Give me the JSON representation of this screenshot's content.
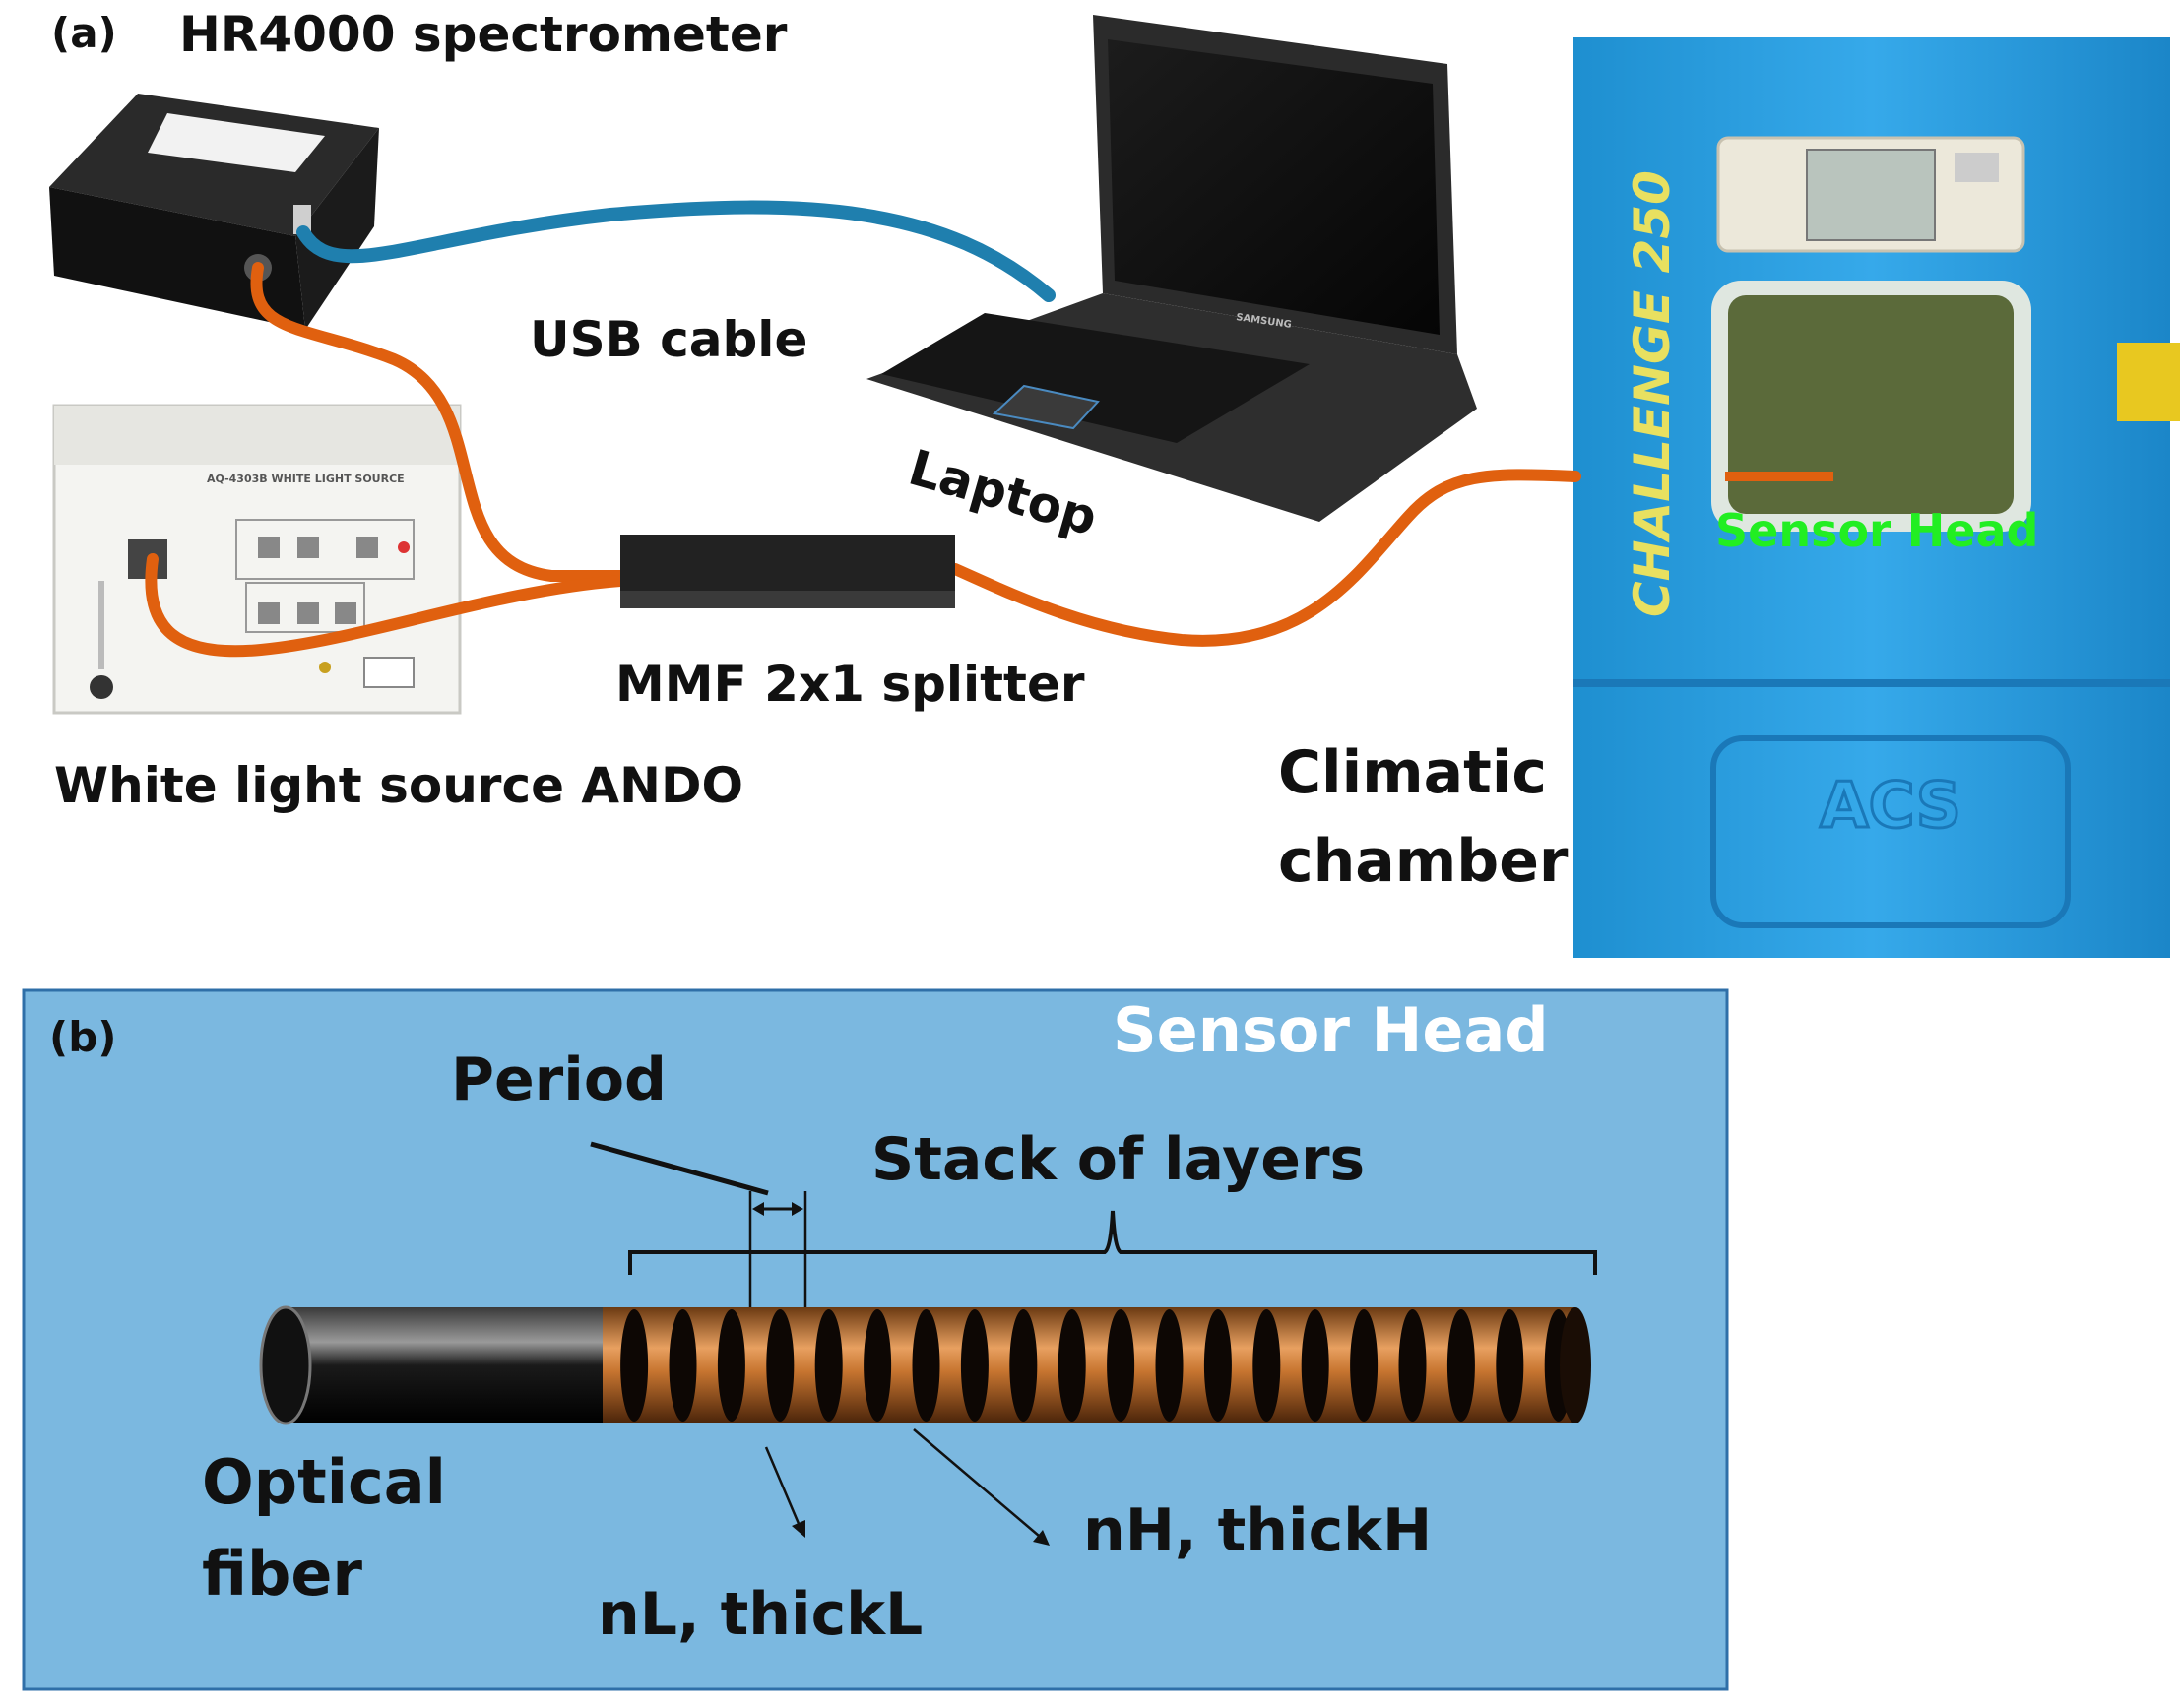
{
  "panel_a": {
    "label": "(a)",
    "spectrometer_label": "HR4000 spectrometer",
    "usb_label": "USB cable",
    "laptop_label": "Laptop",
    "laptop_brand": "SAMSUNG",
    "splitter_label": "MMF 2x1 splitter",
    "light_source_label": "White light source ANDO",
    "light_source_model": "AQ-4303B  WHITE LIGHT SOURCE",
    "chamber_label_line1": "Climatic",
    "chamber_label_line2": "chamber",
    "chamber_brand": "CHALLENGE 250",
    "chamber_logo": "ACS",
    "sensor_head_label": "Sensor Head"
  },
  "panel_b": {
    "label": "(b)",
    "title": "Sensor Head",
    "period_label": "Period",
    "stack_label": "Stack of layers",
    "fiber_label_line1": "Optical",
    "fiber_label_line2": "fiber",
    "nl_main": "nL, thickL",
    "nh_main": "nH, thickH",
    "layer_count": 20
  },
  "colors": {
    "fiber_cable": "#e0600f",
    "usb_cable": "#1f7fae",
    "chamber_blue": "#2a9fe0",
    "panel_b_bg": "#7bb8e0",
    "panel_b_border": "#2f6fa8",
    "sensor_head_text_a": "#22ee22",
    "sensor_head_text_b": "#ffffff",
    "copper": "#c77530"
  }
}
